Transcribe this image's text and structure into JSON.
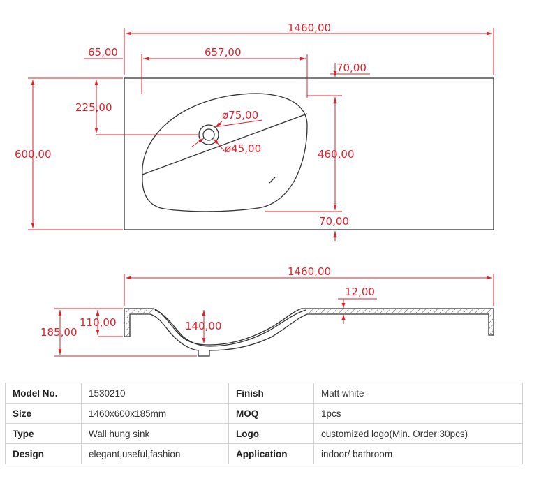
{
  "drawing": {
    "top_view": {
      "overall_width": "1460,00",
      "left_offset": "65,00",
      "basin_width": "657,00",
      "top_margin": "70,00",
      "drain_offset": "225,00",
      "overflow_diameter": "ø75,00",
      "drain_diameter": "ø45,00",
      "overall_depth": "600,00",
      "basin_depth": "460,00",
      "bottom_margin": "70,00"
    },
    "side_view": {
      "overall_width": "1460,00",
      "shelf_thickness": "12,00",
      "total_height": "185,00",
      "front_height": "110,00",
      "basin_height": "140,00"
    }
  },
  "specs": {
    "rows": [
      {
        "k1": "Model No.",
        "v1": "1530210",
        "k2": "Finish",
        "v2": "Matt white"
      },
      {
        "k1": "Size",
        "v1": "1460x600x185mm",
        "k2": "MOQ",
        "v2": "1pcs"
      },
      {
        "k1": "Type",
        "v1": "Wall hung sink",
        "k2": "Logo",
        "v2": "customized logo(Min. Order:30pcs)"
      },
      {
        "k1": "Design",
        "v1": "elegant,useful,fashion",
        "k2": "Application",
        "v2": "indoor/ bathroom"
      }
    ]
  }
}
